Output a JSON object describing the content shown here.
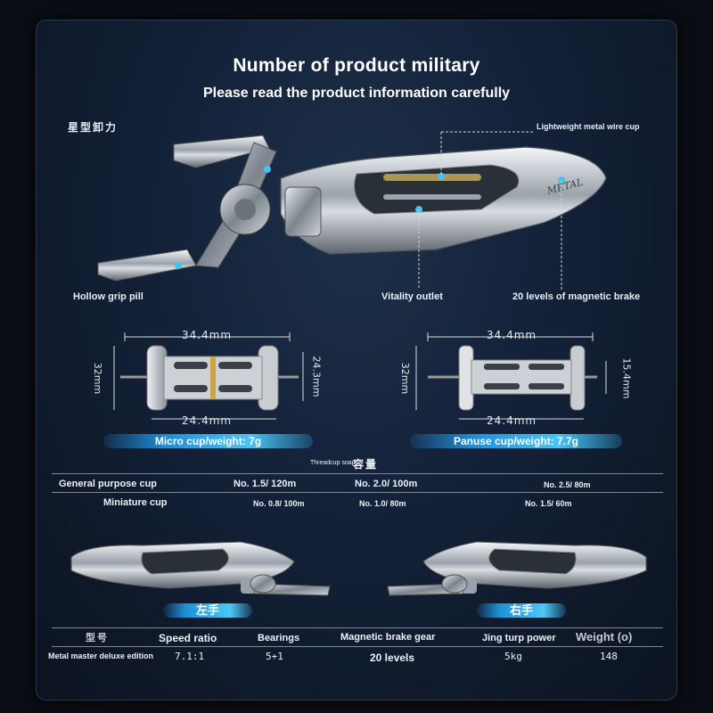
{
  "header": {
    "title": "Number of product military",
    "subtitle": "Please read the product information carefully"
  },
  "callouts": {
    "star_drag": "星型卸力",
    "wire_cup": "Lightweight metal wire cup",
    "grip": "Hollow grip pill",
    "vitality": "Vitality outlet",
    "magnetic": "20 levels of magnetic brake"
  },
  "spools": {
    "left": {
      "top_dim": "34.4mm",
      "bottom_dim": "24.4mm",
      "left_dim": "32mm",
      "right_dim": "24.3mm",
      "label": "Micro cup/weight: 7g"
    },
    "right": {
      "top_dim": "34.4mm",
      "bottom_dim": "24.4mm",
      "left_dim": "32mm",
      "right_dim": "15.4mm",
      "label": "Panuse cup/weight: 7.7g"
    }
  },
  "capacity": {
    "heading_small": "Threadcup soap",
    "heading_cn": "容量",
    "rows": [
      {
        "name": "General purpose cup",
        "v1": "No. 1.5/ 120m",
        "v2": "No. 2.0/ 100m",
        "v3": "No. 2.5/ 80m"
      },
      {
        "name": "Miniature cup",
        "v1": "No. 0.8/ 100m",
        "v2": "No. 1.0/ 80m",
        "v3": "No. 1.5/ 60m"
      }
    ]
  },
  "hands": {
    "left": "左手",
    "right": "右手"
  },
  "specs": {
    "headers": [
      "型号",
      "Speed ratio",
      "Bearings",
      "Magnetic brake gear",
      "Jing turp power",
      "Weight (o)"
    ],
    "row": [
      "Metal master deluxe edition",
      "7.1:1",
      "5+1",
      "20 levels",
      "5kg",
      "148"
    ]
  },
  "colors": {
    "accent": "#3fb7f0",
    "background": "#14223a"
  }
}
